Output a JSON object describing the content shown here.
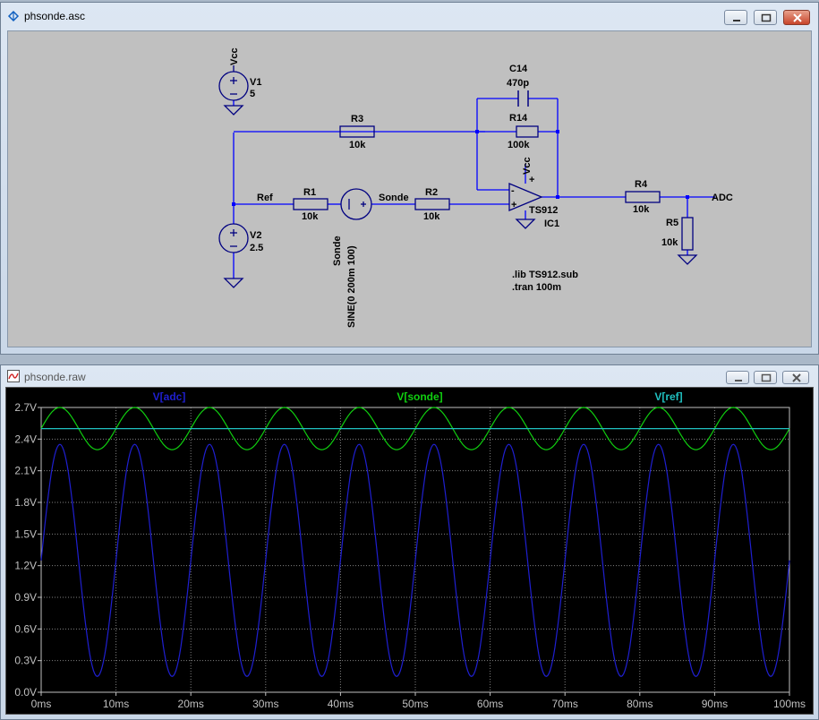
{
  "schematic_window": {
    "title": "phsonde.asc",
    "labels": {
      "v1_net": "Vcc",
      "v1_name": "V1",
      "v1_value": "5",
      "v2_name": "V2",
      "v2_value": "2.5",
      "r1_name": "R1",
      "r1_value": "10k",
      "r2_name": "R2",
      "r2_value": "10k",
      "r3_name": "R3",
      "r3_value": "10k",
      "r4_name": "R4",
      "r4_value": "10k",
      "r5_name": "R5",
      "r5_value": "10k",
      "r14_name": "R14",
      "r14_value": "100k",
      "c14_name": "C14",
      "c14_value": "470p",
      "ref_net": "Ref",
      "sonde_net": "Sonde",
      "adc_net": "ADC",
      "src_name": "Sonde",
      "src_value": "SINE(0 200m 100)",
      "opamp_vcc": "Vcc",
      "opamp_model": "TS912",
      "opamp_name": "IC1",
      "plus": "+",
      "minus": "-",
      "directive_lib": ".lib TS912.sub",
      "directive_tran": ".tran 100m"
    }
  },
  "plot_window": {
    "title": "phsonde.raw",
    "trace_labels": [
      "V[adc]",
      "V[sonde]",
      "V[ref]"
    ],
    "y_ticks": [
      "2.7V",
      "2.4V",
      "2.1V",
      "1.8V",
      "1.5V",
      "1.2V",
      "0.9V",
      "0.6V",
      "0.3V",
      "0.0V"
    ],
    "x_ticks": [
      "0ms",
      "10ms",
      "20ms",
      "30ms",
      "40ms",
      "50ms",
      "60ms",
      "70ms",
      "80ms",
      "90ms",
      "100ms"
    ]
  },
  "colors": {
    "schematic_bg": "#c0c0c0",
    "wire": "#0000ff",
    "component": "#000080",
    "plot_bg": "#000000",
    "grid": "#808080",
    "adc_trace": "#1f1fd0",
    "sonde_trace": "#10d010",
    "ref_trace": "#20c0c0"
  },
  "chart_data": {
    "type": "line",
    "xlabel": "",
    "ylabel": "",
    "xlim": [
      0,
      100
    ],
    "ylim": [
      0,
      2.7
    ],
    "grid": true,
    "series": [
      {
        "name": "V[adc]",
        "kind": "sine",
        "offset": 1.25,
        "amplitude": 1.1,
        "frequency_hz": 100,
        "phase_deg": 0
      },
      {
        "name": "V[sonde]",
        "kind": "sine",
        "offset": 2.5,
        "amplitude": 0.2,
        "frequency_hz": 100,
        "phase_deg": 0
      },
      {
        "name": "V[ref]",
        "kind": "constant",
        "value": 2.5
      }
    ]
  }
}
